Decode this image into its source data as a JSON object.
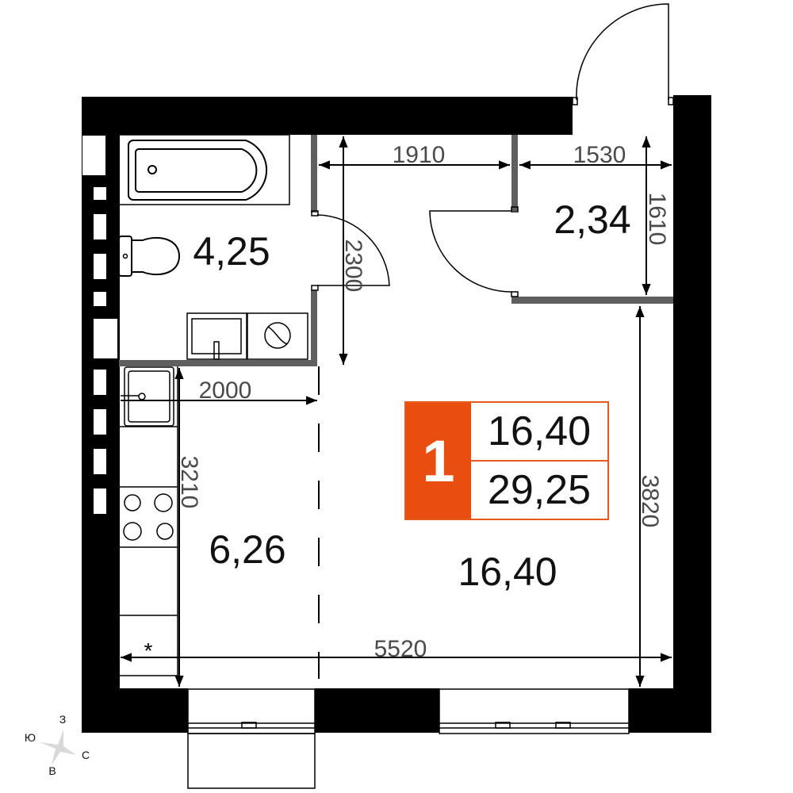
{
  "apartment": {
    "rooms_count": "1",
    "living_area": "16,40",
    "total_area": "29,25",
    "accent_color": "#e84e0f"
  },
  "rooms": {
    "bathroom_area": "4,25",
    "storage_area": "2,34",
    "kitchen_area": "6,26",
    "living_room_area": "16,40"
  },
  "dimensions": {
    "hall_width": "1910",
    "storage_width": "1530",
    "storage_depth": "1610",
    "hall_depth": "2300",
    "kitchen_width": "2000",
    "kitchen_depth": "3210",
    "room_depth": "3820",
    "total_width": "5520"
  },
  "markers": {
    "asterisk": "*"
  },
  "compass": {
    "north": "З",
    "south": "В",
    "east": "С",
    "west": "Ю"
  }
}
